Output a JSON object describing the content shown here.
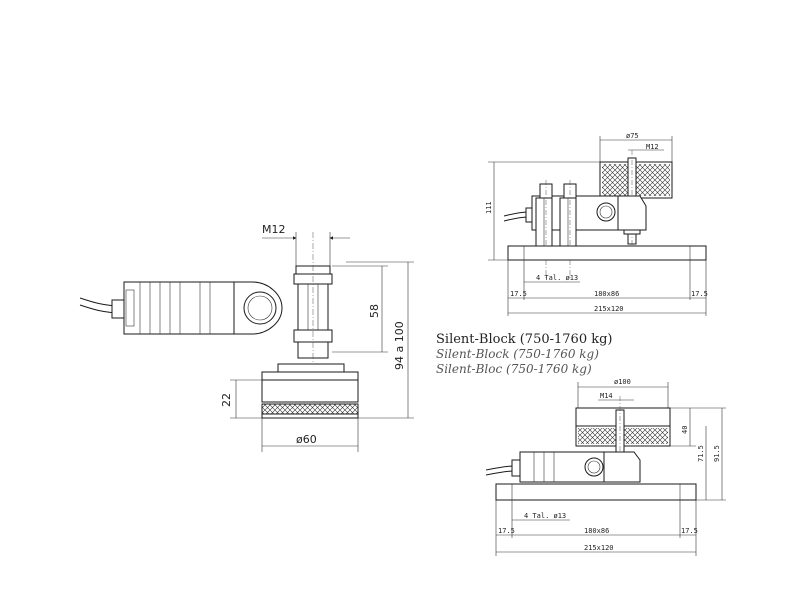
{
  "captions": {
    "title_en": "Silent-Block (750-1760 kg)",
    "title_de": "Silent-Block (750-1760 kg)",
    "title_fr": "Silent-Bloc (750-1760 kg)"
  },
  "front_view": {
    "thread": "M12",
    "height_58": "58",
    "height_range": "94 a 100",
    "pad_height": "22",
    "diameter": "ø60"
  },
  "top_right_view": {
    "diameter": "ø75",
    "thread": "M12",
    "height": "111",
    "holes": "4 Tal. ø13",
    "left_edge": "17.5",
    "center": "180x86",
    "right_edge": "17.5",
    "overall": "215x120"
  },
  "bottom_right_view": {
    "diameter": "ø100",
    "thread": "M14",
    "pad_height": "40",
    "height_a": "71.5",
    "height_b": "91.5",
    "holes": "4 Tal. ø13",
    "left_edge": "17.5",
    "center": "180x86",
    "right_edge": "17.5",
    "overall": "215x120"
  }
}
